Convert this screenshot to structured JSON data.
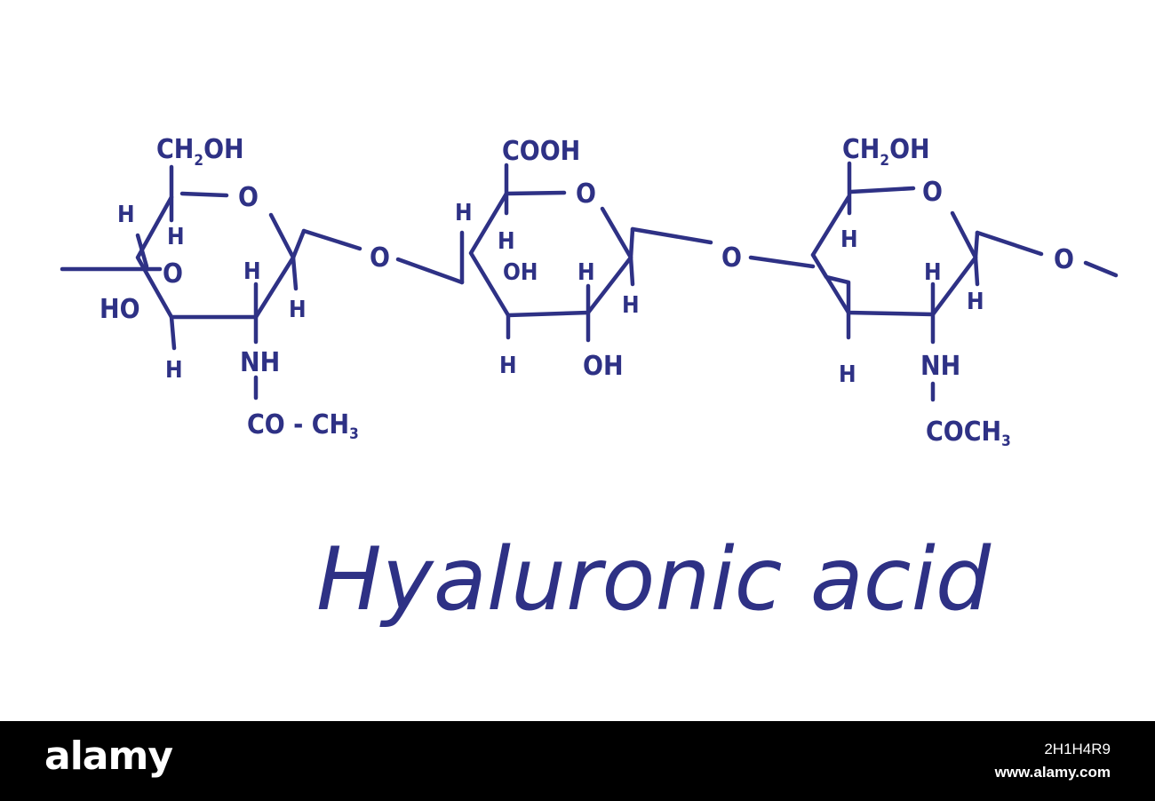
{
  "title": "Hyaluronic acid",
  "ink_color": "#2e3185",
  "rings": [
    {
      "substituent_top": "CH2OH",
      "ring_oxygen": "O",
      "hydrogens": [
        "H",
        "H",
        "H",
        "H",
        "H"
      ],
      "hydroxyl_left": "HO",
      "ring_inner_oxygen": "O",
      "amide_nh": "NH",
      "amide_group": "CO - CH3"
    },
    {
      "substituent_top": "COOH",
      "ring_oxygen": "O",
      "hydrogens": [
        "H",
        "H",
        "H",
        "H",
        "H"
      ],
      "hydroxyls": [
        "OH",
        "OH"
      ]
    },
    {
      "substituent_top": "CH2OH",
      "ring_oxygen": "O",
      "hydrogens": [
        "H",
        "H",
        "H",
        "H"
      ],
      "amide_nh": "NH",
      "amide_group": "COCH3"
    }
  ],
  "glycosidic_oxygens": [
    "O",
    "O",
    "O"
  ],
  "footer": {
    "logo": "alamy",
    "image_id": "2H1H4R9",
    "url": "www.alamy.com"
  }
}
